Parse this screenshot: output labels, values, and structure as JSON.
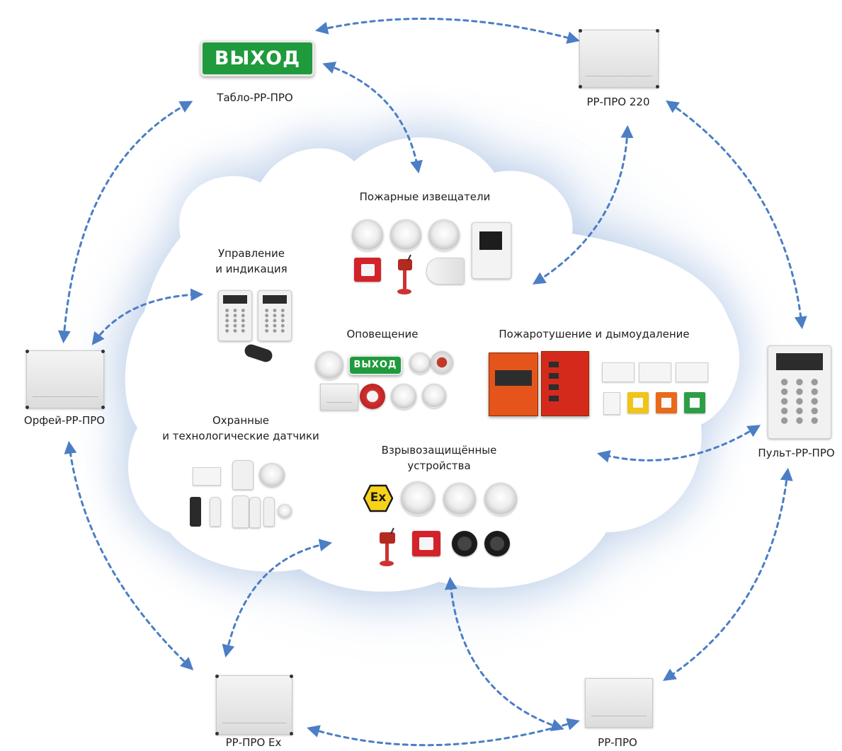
{
  "nodes": {
    "tablo": "Табло-РР-ПРО",
    "rr_pro_220": "РР-ПРО 220",
    "orfey": "Орфей-РР-ПРО",
    "pult": "Пульт-РР-ПРО",
    "rr_pro_ex": "РР-ПРО Ex",
    "rr_pro": "РР-ПРО"
  },
  "groups": {
    "fire_detectors": "Пожарные извещатели",
    "control_line1": "Управление",
    "control_line2": "и индикация",
    "notification": "Оповещение",
    "extinguishing": "Пожаротушение и дымоудаление",
    "security_line1": "Охранные",
    "security_line2": "и технологические датчики",
    "explosion_line1": "Взрывозащищённые",
    "explosion_line2": "устройства"
  },
  "images": {
    "exit_sign_text": "ВЫХОД",
    "ex_mark": "Ex"
  },
  "colors": {
    "arrow": "#4b7ec5",
    "halo": "#c9d9ee",
    "exit_green": "#1f9a3c",
    "cabinet_orange": "#e4541b",
    "cabinet_red": "#d42a1c"
  }
}
